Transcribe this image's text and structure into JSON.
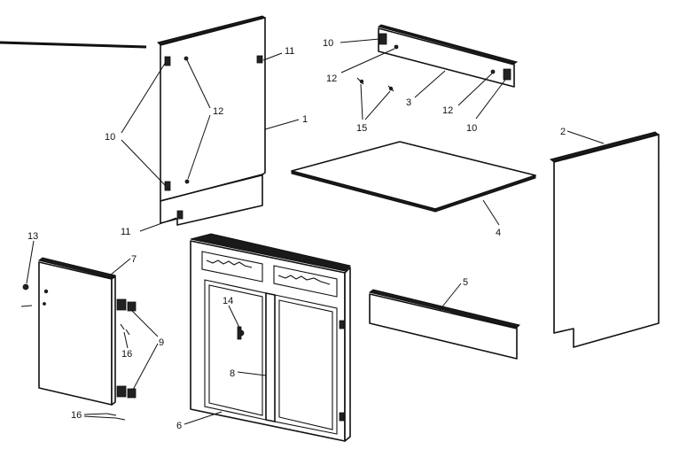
{
  "callouts": {
    "c1": "1",
    "c2": "2",
    "c3": "3",
    "c4": "4",
    "c5": "5",
    "c6": "6",
    "c7": "7",
    "c8": "8",
    "c9": "9",
    "c10a": "10",
    "c10b": "10",
    "c10c": "10",
    "c11a": "11",
    "c11b": "11",
    "c12a": "12",
    "c12b": "12",
    "c12c": "12",
    "c13": "13",
    "c14": "14",
    "c15": "15",
    "c16a": "16",
    "c16b": "16"
  },
  "parts": {
    "p1": "side-panel-left",
    "p2": "side-panel-right",
    "p3": "back-rail",
    "p4": "bottom-shelf",
    "p5": "toe-kick",
    "p6": "face-frame",
    "p7": "door",
    "p8": "center-stile",
    "p9": "door-hinges",
    "p10": "rail-brackets",
    "p11": "corner-clips",
    "p12": "bracket-screws",
    "p13": "door-knob",
    "p14": "catch-assembly",
    "p15": "rail-screws",
    "p16": "hinge-screws"
  }
}
